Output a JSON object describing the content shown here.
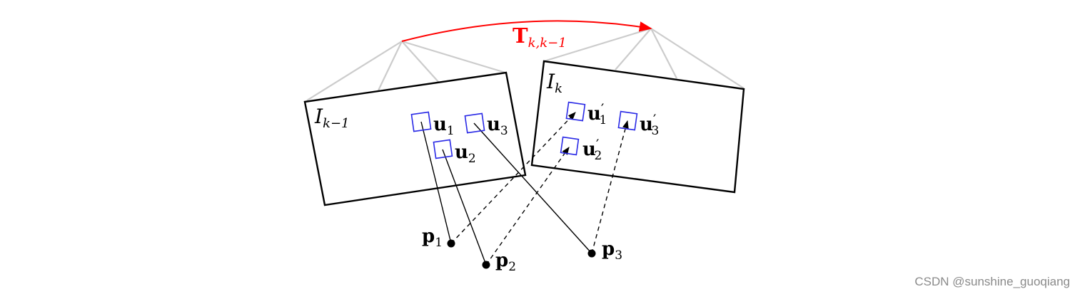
{
  "transform": {
    "symbol": "T",
    "subscript": "k,k−1",
    "color": "#ff0000"
  },
  "frames": {
    "prev": {
      "symbol": "I",
      "subscript": "k−1"
    },
    "curr": {
      "symbol": "I",
      "subscript": "k"
    }
  },
  "features_prev": [
    {
      "symbol": "u",
      "subscript": "1",
      "prime": ""
    },
    {
      "symbol": "u",
      "subscript": "2",
      "prime": ""
    },
    {
      "symbol": "u",
      "subscript": "3",
      "prime": ""
    }
  ],
  "features_curr": [
    {
      "symbol": "u",
      "subscript": "1",
      "prime": "′"
    },
    {
      "symbol": "u",
      "subscript": "2",
      "prime": "′"
    },
    {
      "symbol": "u",
      "subscript": "3",
      "prime": "′"
    }
  ],
  "points": [
    {
      "symbol": "p",
      "subscript": "1"
    },
    {
      "symbol": "p",
      "subscript": "2"
    },
    {
      "symbol": "p",
      "subscript": "3"
    }
  ],
  "colors": {
    "feature_box": "#2a2ae6",
    "frustum": "#cccccc",
    "ink": "#000000"
  },
  "watermark": "CSDN @sunshine_guoqiang"
}
